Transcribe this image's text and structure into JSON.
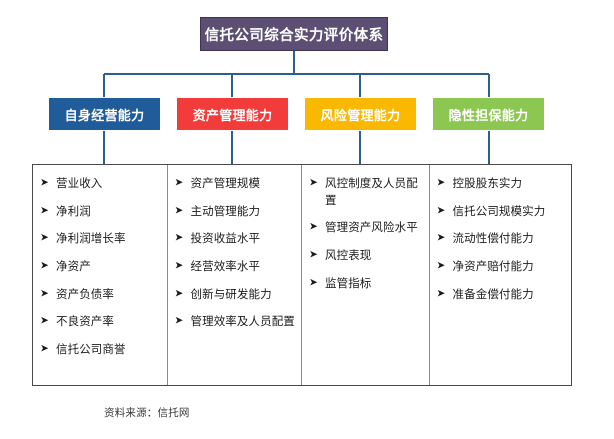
{
  "diagram": {
    "title": "信托公司综合实力评价体系",
    "source_note": "资料来源：信托网",
    "bullet_glyph": "➤",
    "colors": {
      "title_fill": "#5D4F74",
      "title_border": "#3E3450",
      "connector": "#2E5E8E",
      "panel_border": "#4A4A4A",
      "divider": "#8A8A8A",
      "text": "#1B1B1B",
      "category_1": "#1F5C99",
      "category_2": "#F23B3B",
      "category_3": "#FBB800",
      "category_4": "#8CC751"
    },
    "categories": [
      {
        "label": "自身经营能力",
        "color": "#1F5C99",
        "items": [
          "营业收入",
          "净利润",
          "净利润增长率",
          "净资产",
          "资产负债率",
          "不良资产率",
          "信托公司商誉"
        ]
      },
      {
        "label": "资产管理能力",
        "color": "#F23B3B",
        "items": [
          "资产管理规模",
          "主动管理能力",
          "投资收益水平",
          "经营效率水平",
          "创新与研发能力",
          "管理效率及人员配置"
        ]
      },
      {
        "label": "风险管理能力",
        "color": "#FBB800",
        "items": [
          "风控制度及人员配置",
          "管理资产风险水平",
          "风控表现",
          "监管指标"
        ]
      },
      {
        "label": "隐性担保能力",
        "color": "#8CC751",
        "items": [
          "控股股东实力",
          "信托公司规模实力",
          "流动性偿付能力",
          "净资产赔付能力",
          "准备金偿付能力"
        ]
      }
    ]
  }
}
